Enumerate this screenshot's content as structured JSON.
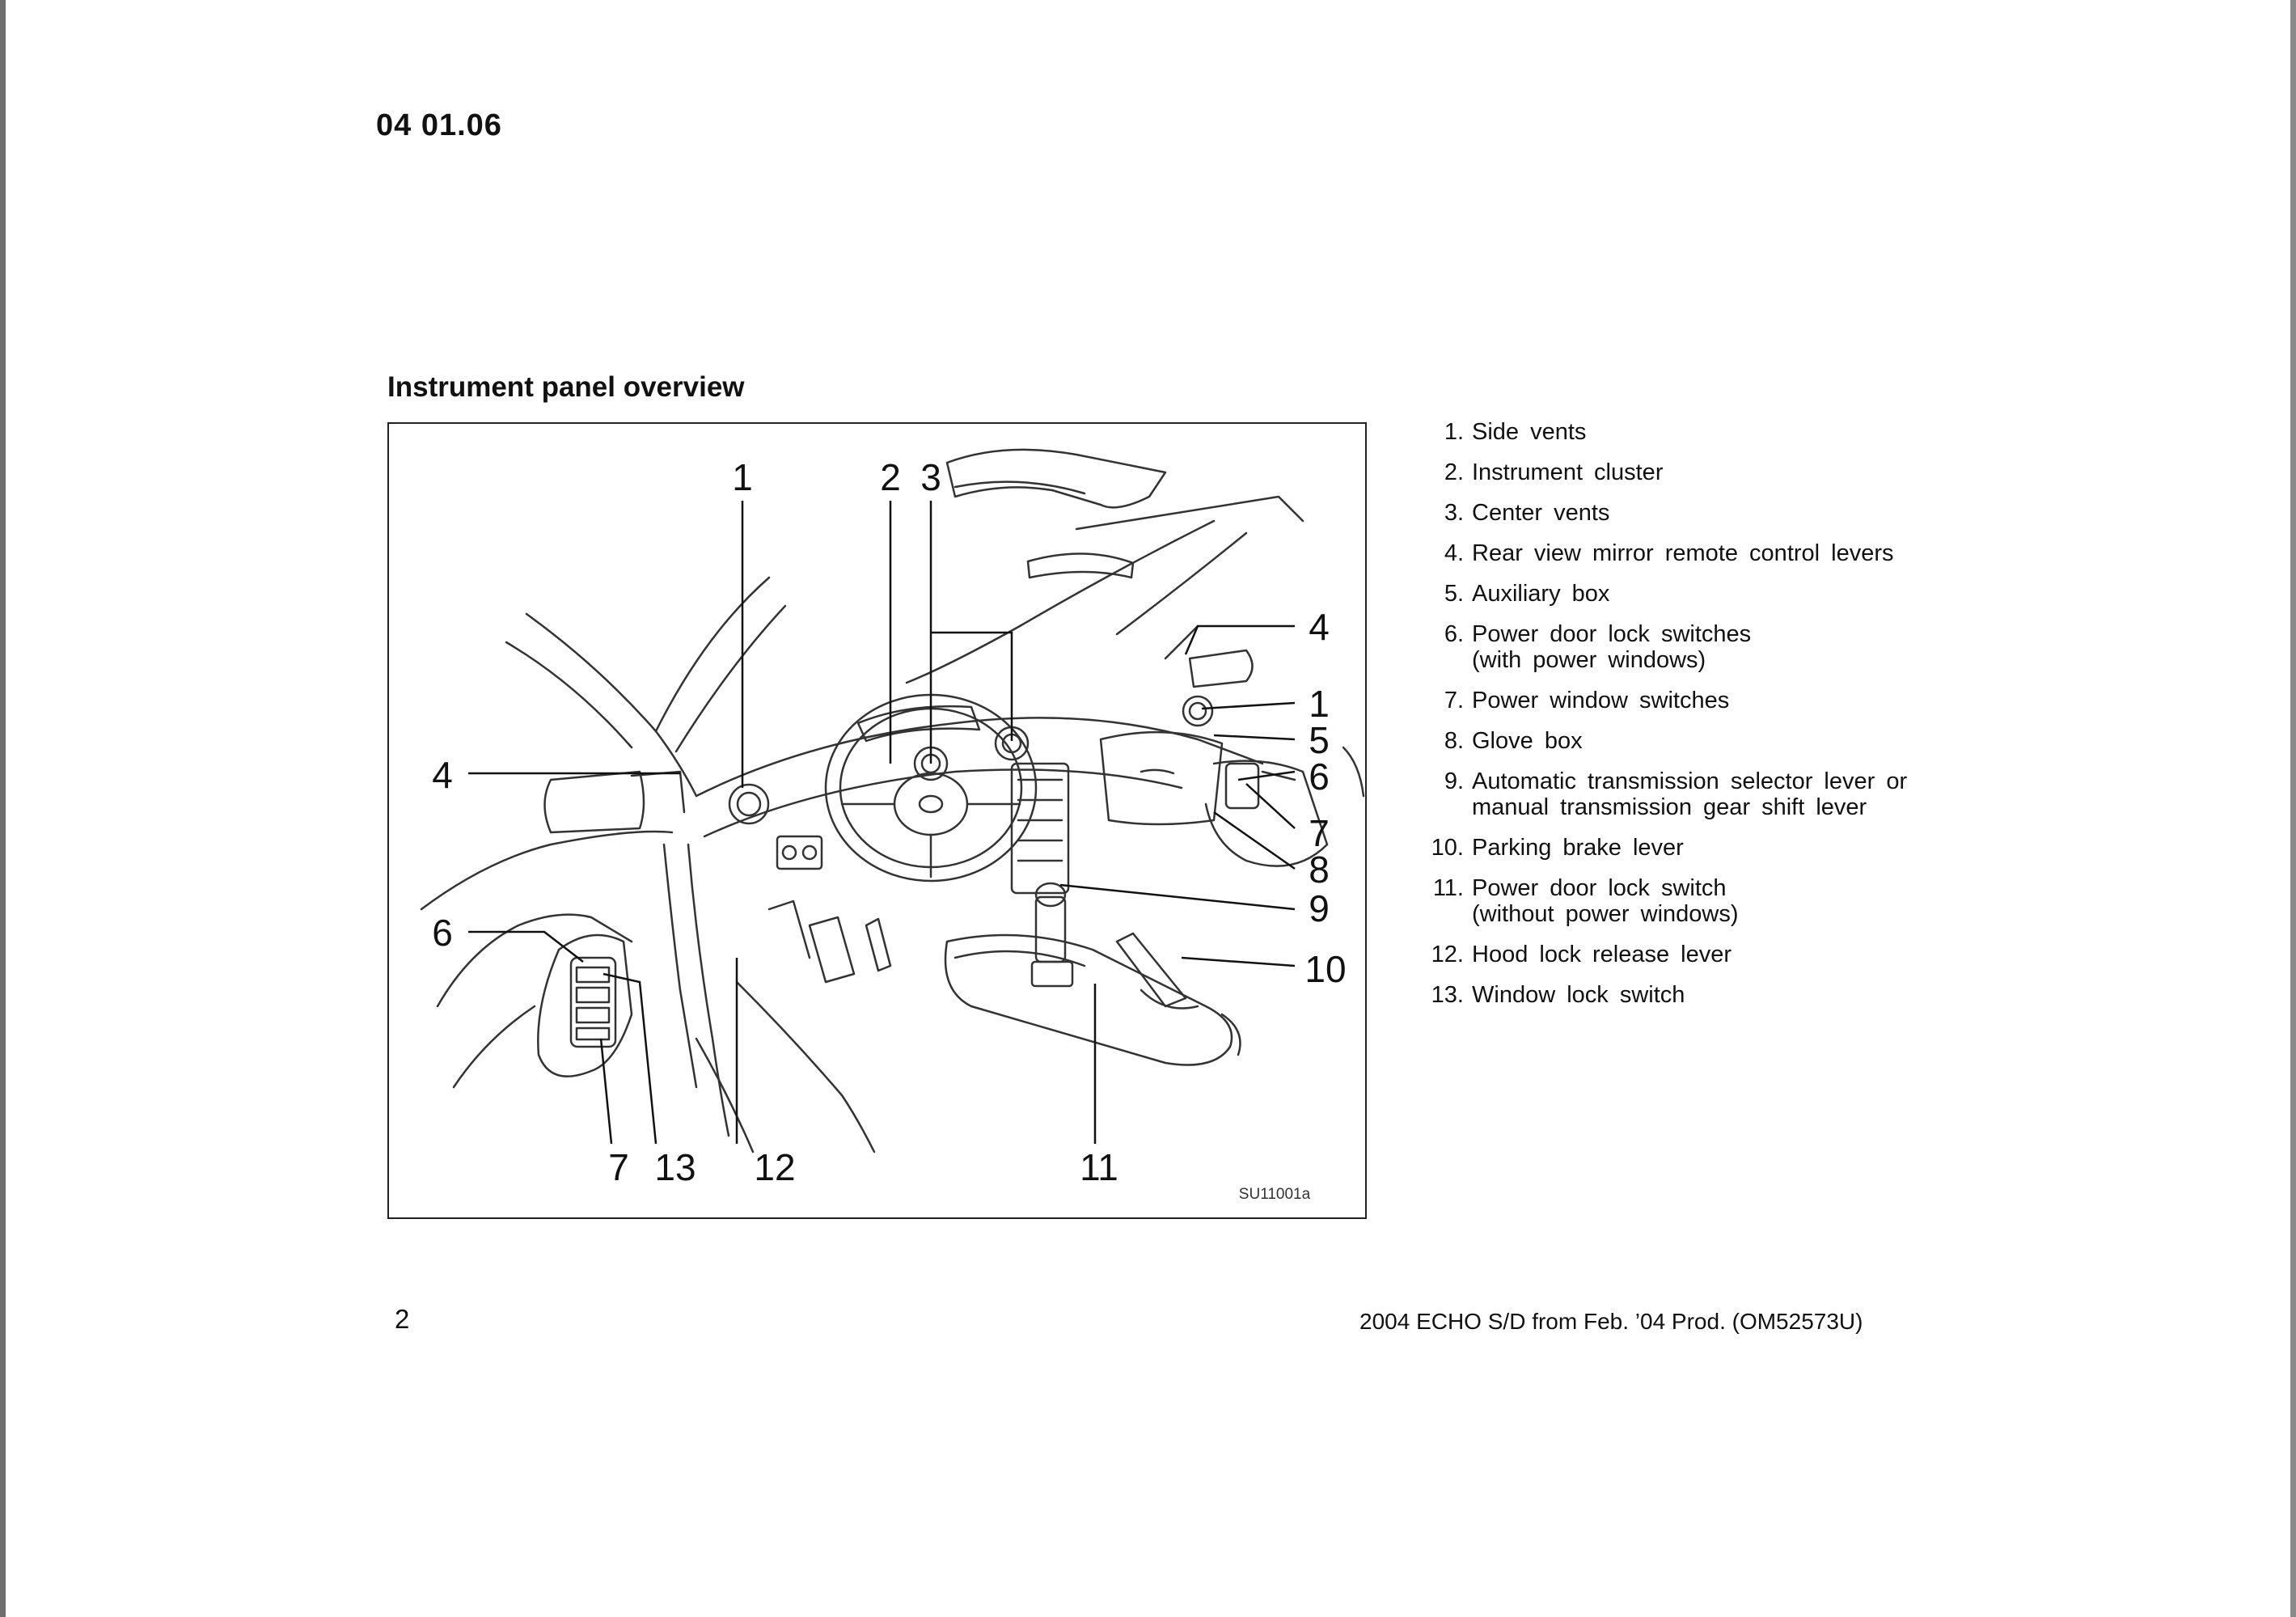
{
  "header": {
    "doc_id": "04 01.06"
  },
  "section": {
    "title": "Instrument panel overview"
  },
  "figure": {
    "callouts": {
      "c1a": "1",
      "c2": "2",
      "c3": "3",
      "c4r": "4",
      "c1b": "1",
      "c5": "5",
      "c6r": "6",
      "c7r": "7",
      "c8": "8",
      "c9": "9",
      "c10": "10",
      "c4l": "4",
      "c6l": "6",
      "c7b": "7",
      "c13": "13",
      "c12": "12",
      "c11": "11"
    },
    "code": "SU11001a"
  },
  "legend": [
    {
      "num": "1.",
      "text": "Side vents",
      "text2": ""
    },
    {
      "num": "2.",
      "text": "Instrument cluster",
      "text2": ""
    },
    {
      "num": "3.",
      "text": "Center vents",
      "text2": ""
    },
    {
      "num": "4.",
      "text": "Rear view mirror remote control levers",
      "text2": ""
    },
    {
      "num": "5.",
      "text": "Auxiliary box",
      "text2": ""
    },
    {
      "num": "6.",
      "text": "Power door lock switches",
      "text2": "(with power windows)"
    },
    {
      "num": "7.",
      "text": "Power window switches",
      "text2": ""
    },
    {
      "num": "8.",
      "text": "Glove box",
      "text2": ""
    },
    {
      "num": "9.",
      "text": "Automatic transmission selector lever or",
      "text2": "manual transmission gear shift lever"
    },
    {
      "num": "10.",
      "text": "Parking brake lever",
      "text2": ""
    },
    {
      "num": "11.",
      "text": "Power door lock switch",
      "text2": "(without power windows)"
    },
    {
      "num": "12.",
      "text": "Hood lock release lever",
      "text2": ""
    },
    {
      "num": "13.",
      "text": "Window lock switch",
      "text2": ""
    }
  ],
  "footer": {
    "page_number": "2",
    "note": "2004 ECHO S/D from Feb. ’04 Prod. (OM52573U)"
  }
}
